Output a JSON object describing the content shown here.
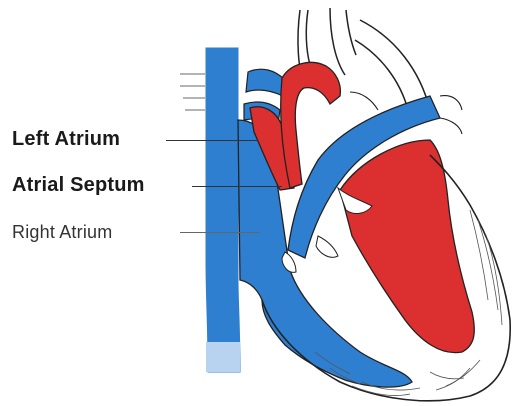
{
  "labels": {
    "left_atrium": "Left Atrium",
    "atrial_septum": "Atrial Septum",
    "right_atrium": "Right Atrium"
  },
  "colors": {
    "oxygenated": "#dc2f2f",
    "deoxygenated": "#2f7fd0",
    "outline": "#222222",
    "background": "#ffffff"
  }
}
